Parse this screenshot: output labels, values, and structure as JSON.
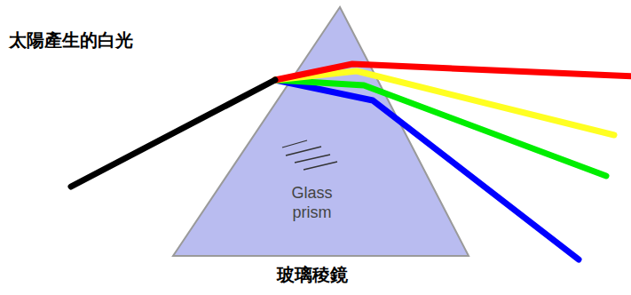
{
  "diagram": {
    "nodes": [
      {
        "text": [
          "Glass prism",
          "玻璃稜鏡"
        ]
      }
    ],
    "labels": [
      "太陽產生的白光"
    ]
  }
}
